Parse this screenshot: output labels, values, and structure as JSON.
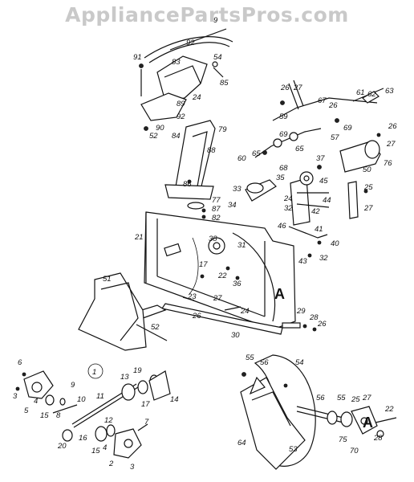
{
  "watermark": "AppliancePartsPros.com",
  "labels": [
    "9",
    "92",
    "91",
    "83",
    "54",
    "85",
    "89",
    "92",
    "90",
    "52",
    "24",
    "84",
    "79",
    "88",
    "86",
    "77",
    "87",
    "82",
    "26",
    "27",
    "61",
    "62",
    "63",
    "67",
    "26",
    "69",
    "57",
    "59",
    "60",
    "65",
    "69",
    "65",
    "68",
    "37",
    "35",
    "33",
    "34",
    "32",
    "24",
    "45",
    "46",
    "44",
    "42",
    "26",
    "27",
    "50",
    "76",
    "25",
    "27",
    "21",
    "38",
    "31",
    "41",
    "40",
    "43",
    "32",
    "22",
    "36",
    "17",
    "23",
    "27",
    "26",
    "24",
    "30",
    "29",
    "28",
    "26",
    "51",
    "52",
    "6",
    "1",
    "9",
    "3",
    "5",
    "4",
    "15",
    "8",
    "10",
    "11",
    "13",
    "19",
    "17",
    "14",
    "7",
    "12",
    "20",
    "16",
    "4",
    "15",
    "2",
    "3",
    "55",
    "56",
    "54",
    "56",
    "55",
    "25",
    "27",
    "75",
    "70",
    "22",
    "28",
    "64",
    "53"
  ],
  "callouts": [
    "A",
    "A"
  ]
}
